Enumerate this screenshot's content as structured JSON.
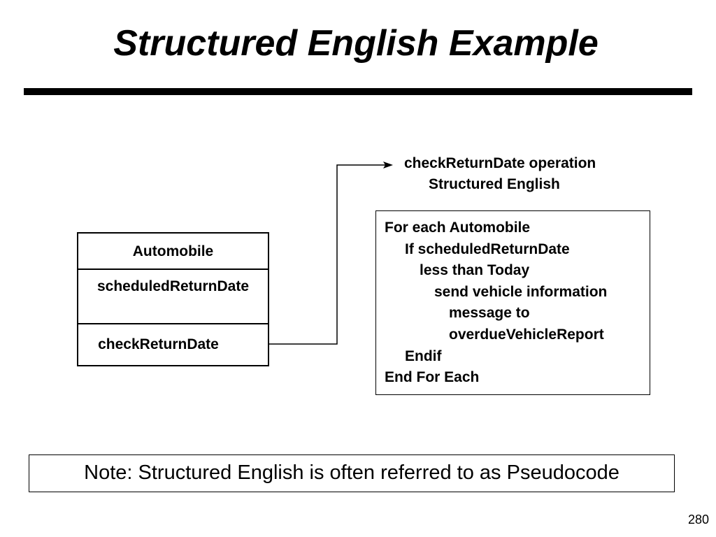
{
  "slide": {
    "title": "Structured English Example",
    "page_number": "280"
  },
  "class_box": {
    "name": "Automobile",
    "attributes": [
      "scheduledReturnDate"
    ],
    "operations": [
      "checkReturnDate"
    ]
  },
  "caption": {
    "line1": "checkReturnDate operation",
    "line2": "Structured English"
  },
  "pseudocode": {
    "lines": [
      {
        "text": "For each Automobile",
        "indent": 0
      },
      {
        "text": "If scheduledReturnDate",
        "indent": 1
      },
      {
        "text": "less than Today",
        "indent": 2
      },
      {
        "text": "send vehicle information",
        "indent": 3
      },
      {
        "text": "message to",
        "indent": 4
      },
      {
        "text": "overdueVehicleReport",
        "indent": 4
      },
      {
        "text": "Endif",
        "indent": 1
      },
      {
        "text": "End For Each",
        "indent": 0
      }
    ]
  },
  "note": {
    "text": "Note: Structured English is often referred to as Pseudocode"
  }
}
